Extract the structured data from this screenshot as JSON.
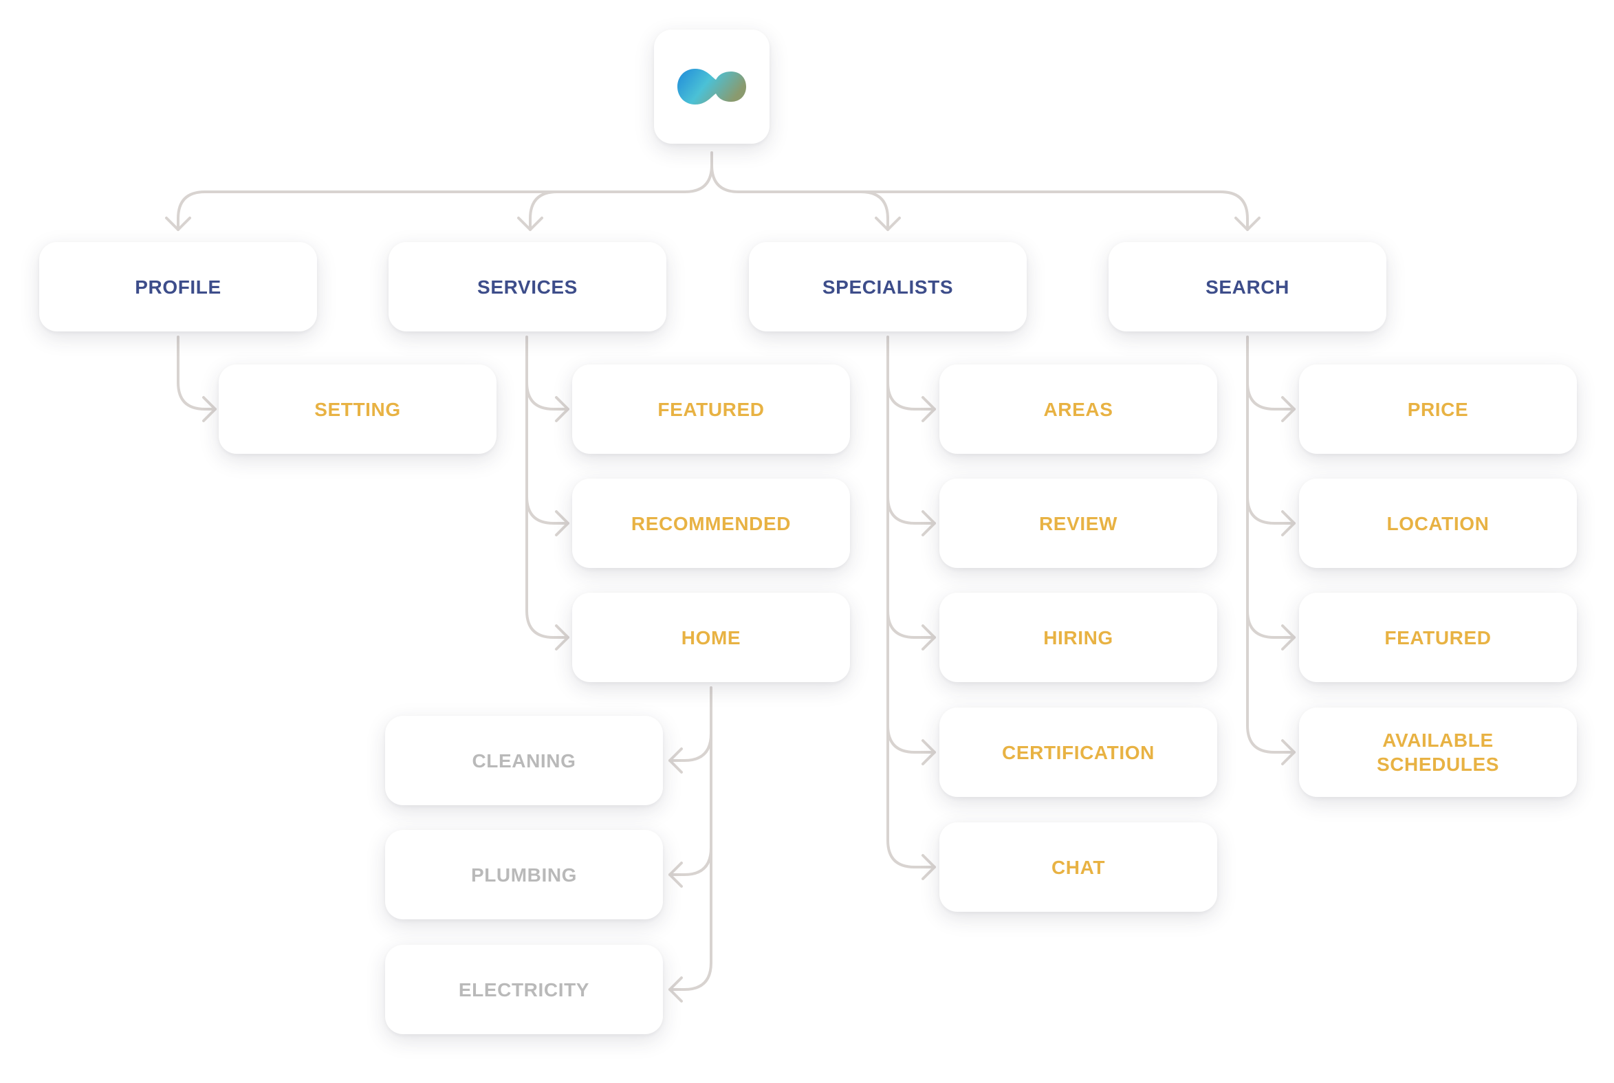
{
  "colors": {
    "primary_text": "#3d4d8a",
    "secondary_text": "#e8b243",
    "tertiary_text": "#b9b9b9",
    "connector": "#d8d3d0",
    "logo_gradient": [
      "#1f8ad9",
      "#4bc1d6",
      "#8a9a6e"
    ]
  },
  "logo": {
    "icon": "blob-logo-icon"
  },
  "sections": [
    {
      "label": "PROFILE"
    },
    {
      "label": "SERVICES"
    },
    {
      "label": "SPECIALISTS"
    },
    {
      "label": "SEARCH"
    }
  ],
  "profile_items": [
    "SETTING"
  ],
  "services_items": [
    "FEATURED",
    "RECOMMENDED",
    "HOME"
  ],
  "home_items": [
    "CLEANING",
    "PLUMBING",
    "ELECTRICITY"
  ],
  "specialists_items": [
    "AREAS",
    "REVIEW",
    "HIRING",
    "CERTIFICATION",
    "CHAT"
  ],
  "search_items": [
    {
      "line1": "PRICE",
      "line2": ""
    },
    {
      "line1": "LOCATION",
      "line2": ""
    },
    {
      "line1": "FEATURED",
      "line2": ""
    },
    {
      "line1": "AVAILABLE",
      "line2": "SCHEDULES"
    }
  ]
}
